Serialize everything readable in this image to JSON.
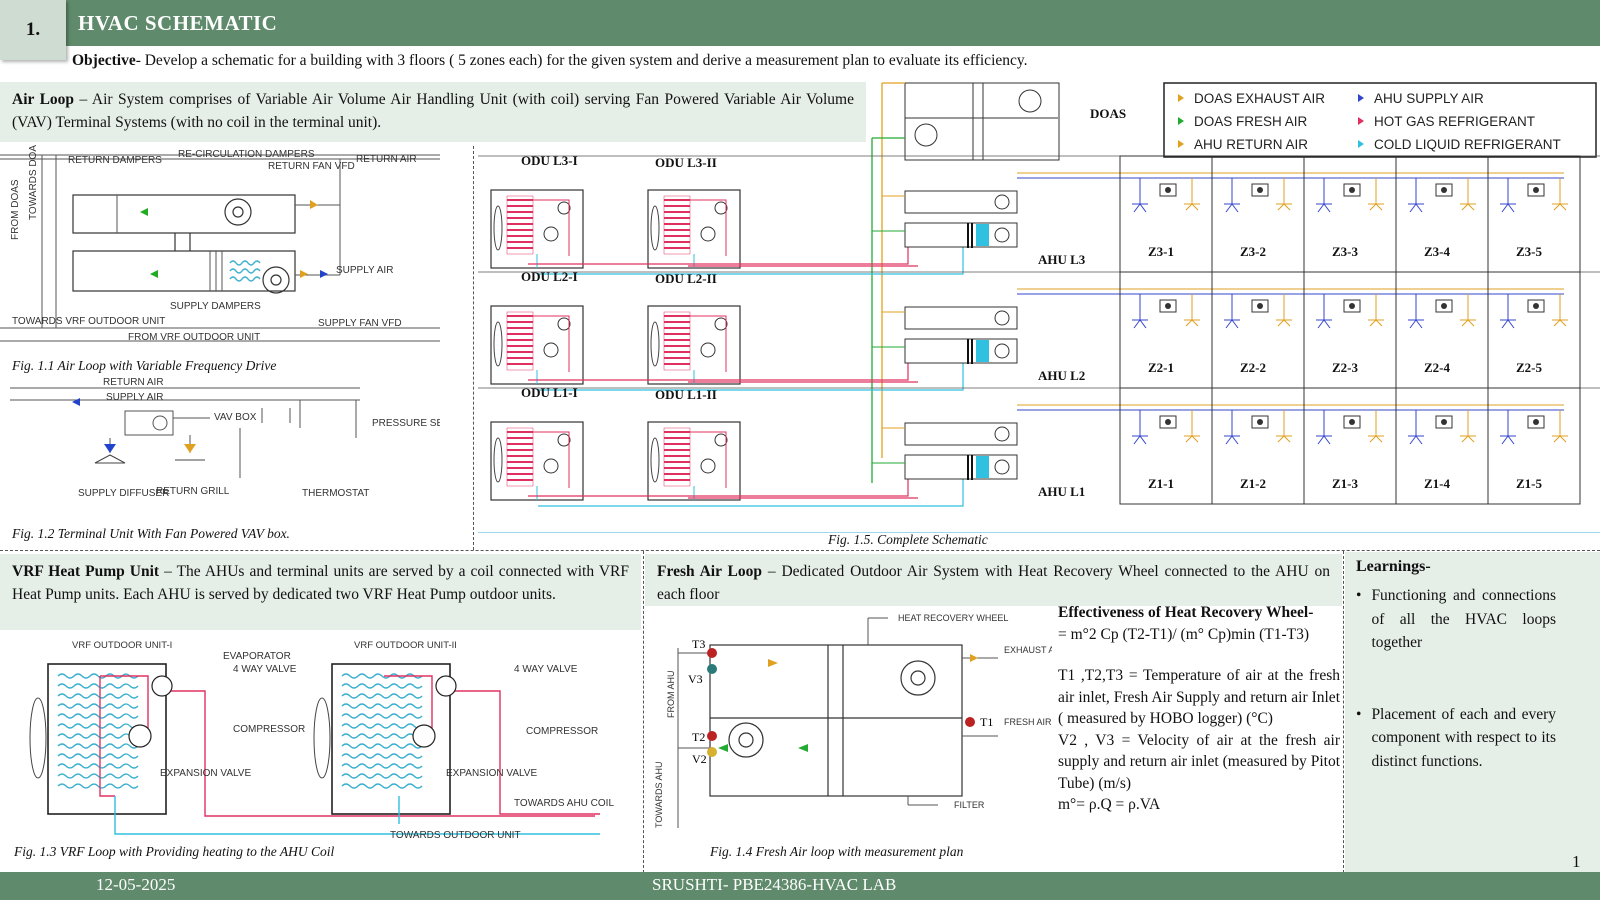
{
  "header": {
    "number": "1.",
    "title": "HVAC SCHEMATIC"
  },
  "objective": {
    "label": "Objective",
    "text": "-  Develop a schematic for a building  with 3 floors ( 5 zones each) for the given system and derive a measurement plan to evaluate its  efficiency."
  },
  "air_loop": {
    "label": "Air Loop",
    "text": " – Air System comprises of Variable Air Volume Air Handling Unit (with coil) serving Fan Powered Variable Air Volume (VAV) Terminal Systems (with no coil in the terminal unit)."
  },
  "fig11": {
    "caption": "Fig. 1.1 Air Loop with Variable Frequency Drive",
    "labels": {
      "towards_doas": "TOWARDS DOAS",
      "from_doas": "FROM DOAS",
      "return_dampers": "RETURN DAMPERS",
      "recirc": "RE-CIRCULATION DAMPERS",
      "return_fan_vfd": "RETURN FAN VFD",
      "return_air": "RETURN AIR",
      "supply_air": "SUPPLY AIR",
      "supply_dampers": "SUPPLY DAMPERS",
      "towards_vrf": "TOWARDS VRF OUTDOOR UNIT",
      "supply_fan_vfd": "SUPPLY FAN VFD",
      "from_vrf": "FROM VRF OUTDOOR UNIT"
    }
  },
  "fig12": {
    "caption": "Fig. 1.2 Terminal Unit With Fan Powered VAV box.",
    "labels": {
      "return_air": "RETURN AIR",
      "supply_air": "SUPPLY AIR",
      "vav_box": "VAV BOX",
      "pressure_sensor": "PRESSURE SENSOR",
      "supply_diffuser": "SUPPLY DIFFUSER",
      "return_grill": "RETURN GRILL",
      "thermostat": "THERMOSTAT"
    }
  },
  "fig15": {
    "caption": "Fig. 1.5. Complete Schematic",
    "doas": "DOAS",
    "odus": [
      "ODU L3-I",
      "ODU L3-II",
      "ODU L2-I",
      "ODU L2-II",
      "ODU L1-I",
      "ODU L1-II"
    ],
    "ahus": [
      "AHU L3",
      "AHU L2",
      "AHU L1"
    ],
    "zones": [
      [
        "Z3-1",
        "Z3-2",
        "Z3-3",
        "Z3-4",
        "Z3-5"
      ],
      [
        "Z2-1",
        "Z2-2",
        "Z2-3",
        "Z2-4",
        "Z2-5"
      ],
      [
        "Z1-1",
        "Z1-2",
        "Z1-3",
        "Z1-4",
        "Z1-5"
      ]
    ],
    "legend": [
      {
        "label": "DOAS EXHAUST AIR",
        "color": "#e0a020"
      },
      {
        "label": "AHU SUPPLY AIR",
        "color": "#3344cc"
      },
      {
        "label": "DOAS FRESH AIR",
        "color": "#22aa33"
      },
      {
        "label": "HOT GAS REFRIGERANT",
        "color": "#e03060"
      },
      {
        "label": "AHU RETURN AIR",
        "color": "#e0a020"
      },
      {
        "label": "COLD LIQUID REFRIGERANT",
        "color": "#30c0e0"
      }
    ]
  },
  "vrf": {
    "label": "VRF Heat Pump Unit",
    "text": " – The AHUs and terminal units are served by a coil connected with VRF Heat Pump units. Each AHU is served by dedicated two VRF Heat Pump outdoor units."
  },
  "fig13": {
    "caption": "Fig. 1.3 VRF Loop with Providing heating to the AHU Coil",
    "labels": {
      "unit1": "VRF OUTDOOR UNIT-I",
      "unit2": "VRF OUTDOOR UNIT-II",
      "evaporator": "EVAPORATOR",
      "four_way": "4 WAY VALVE",
      "compressor": "COMPRESSOR",
      "expansion": "EXPANSION VALVE",
      "towards_ahu": "TOWARDS AHU COIL",
      "towards_outdoor": "TOWARDS OUTDOOR UNIT"
    }
  },
  "fresh": {
    "label": "Fresh Air Loop",
    "text": " – Dedicated Outdoor Air System with Heat Recovery Wheel connected to the AHU on each floor"
  },
  "fig14": {
    "caption": "Fig. 1.4 Fresh  Air loop with measurement  plan",
    "labels": {
      "hrw": "HEAT RECOVERY WHEEL",
      "exhaust": "EXHAUST AIR",
      "fresh": "FRESH AIR",
      "filter": "FILTER",
      "from_ahu": "FROM AHU",
      "towards_ahu": "TOWARDS AHU",
      "t1": "T1",
      "t2": "T2",
      "t3": "T3",
      "v2": "V2",
      "v3": "V3"
    }
  },
  "effectiveness": {
    "title": "Effectiveness of Heat Recovery Wheel-",
    "formula": "= m°2 Cp (T2-T1)/ (m° Cp)min (T1-T3)",
    "def1": "T1 ,T2,T3 = Temperature of air at the fresh air inlet,  Fresh Air Supply and return air Inlet ( measured by HOBO logger) (°C)",
    "def2": "V2 , V3 = Velocity of air at the fresh air supply and return air inlet (measured by Pitot Tube) (m/s)",
    "def3": "m°= ρ.Q = ρ.VA"
  },
  "learnings": {
    "title": "Learnings-",
    "items": [
      "Functioning and connections of all the HVAC loops together",
      "Placement of each and every component with respect to its distinct functions."
    ]
  },
  "footer": {
    "date": "12-05-2025",
    "center": "SRUSHTI- PBE24386-HVAC  LAB",
    "page": "1"
  }
}
